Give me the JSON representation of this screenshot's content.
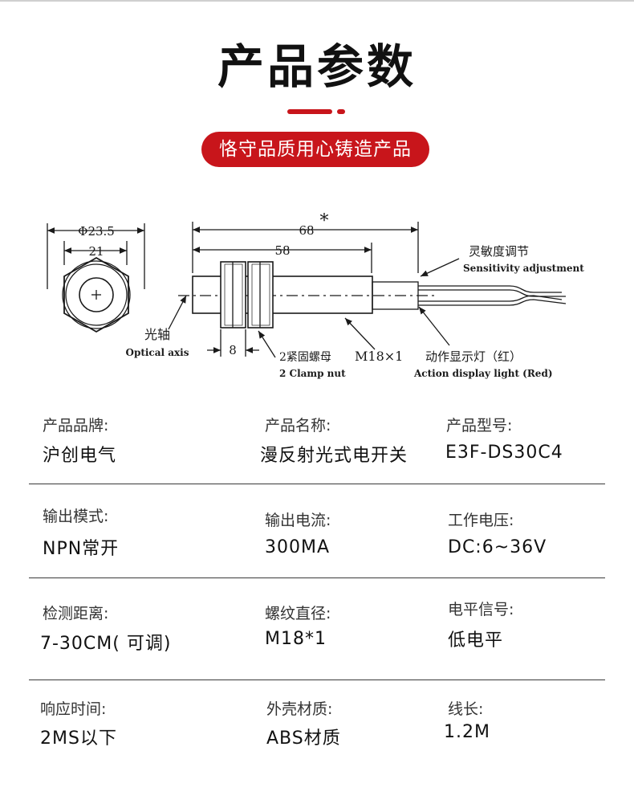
{
  "header": {
    "title": "产品参数",
    "badge": "恪守品质用心铸造产品",
    "accent_color": "#c8151b"
  },
  "diagram": {
    "dim_outer_diameter": "Φ23.5",
    "dim_inner": "21",
    "dim_total_length": "68",
    "dim_total_star": "*",
    "dim_body_length": "58",
    "dim_nut_width": "8",
    "label_optical_axis_cn": "光轴",
    "label_optical_axis_en": "Optical axis",
    "label_clamp_nut_cn": "2紧固螺母",
    "label_clamp_nut_en": "2 Clamp nut",
    "label_thread": "M18×1",
    "label_sensitivity_cn": "灵敏度调节",
    "label_sensitivity_en": "Sensitivity adjustment",
    "label_action_light_cn": "动作显示灯（红）",
    "label_action_light_en": "Action display light (Red)"
  },
  "specs": [
    {
      "label": "产品品牌:",
      "value": "沪创电气"
    },
    {
      "label": "产品名称:",
      "value": "漫反射光式电开关"
    },
    {
      "label": "产品型号:",
      "value": "E3F-DS30C4"
    },
    {
      "label": "输出模式:",
      "value": "NPN常开"
    },
    {
      "label": "输出电流:",
      "value": "300MA"
    },
    {
      "label": "工作电压:",
      "value": "DC:6~36V"
    },
    {
      "label": "检测距离:",
      "value": "7-30CM( 可调)"
    },
    {
      "label": "螺纹直径:",
      "value": "M18*1"
    },
    {
      "label": "电平信号:",
      "value": "低电平"
    },
    {
      "label": "响应时间:",
      "value": "2MS以下"
    },
    {
      "label": "外壳材质:",
      "value": "ABS材质"
    },
    {
      "label": "线长:",
      "value": "1.2M"
    }
  ]
}
